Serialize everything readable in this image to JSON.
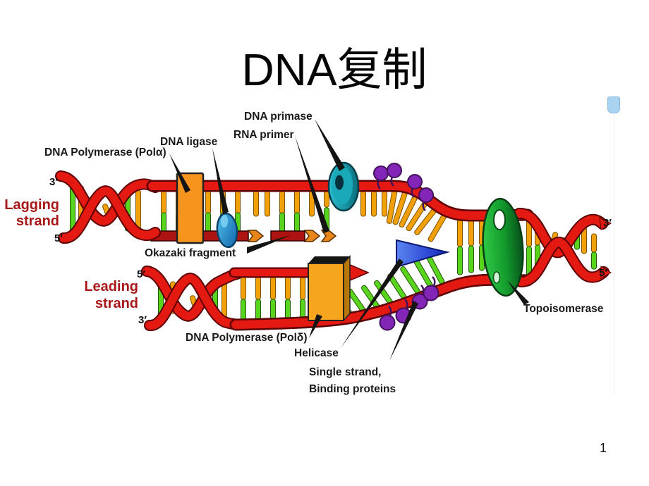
{
  "slide": {
    "title": {
      "prefix": "DNA",
      "suffix": "复制"
    },
    "page_number": "1"
  },
  "diagram": {
    "labels": {
      "polymerase_alpha": "DNA Polymerase (Polα)",
      "dna_ligase": "DNA ligase",
      "dna_primase": "DNA primase",
      "rna_primer": "RNA primer",
      "okazaki_fragment": "Okazaki fragment",
      "lagging_line1": "Lagging",
      "lagging_line2": "strand",
      "leading_line1": "Leading",
      "leading_line2": "strand",
      "polymerase_delta": "DNA Polymerase (Polδ)",
      "helicase": "Helicase",
      "ssb_line1": "Single strand,",
      "ssb_line2": "Binding proteins",
      "topoisomerase": "Topoisomerase",
      "prime_3": "3′",
      "prime_5": "5′"
    },
    "colors": {
      "strand_red": "#E41A12",
      "okazaki_dark_red": "#AD1310",
      "base_orange": "#F2A007",
      "base_green": "#58D41C",
      "polymerase_alpha_orange": "#F7941E",
      "polymerase_delta_yellow": "#F6A51F",
      "ligase_blue": "#1B9CD8",
      "primase_teal": "#1AA9B9",
      "topoisomerase_green": "#129A2C",
      "helicase_blue": "#2B4FE8",
      "ssb_purple": "#8326B8",
      "strand_label_red": "#A81818",
      "text_black": "#191919",
      "tab_blue": "#A9D3F1"
    }
  }
}
